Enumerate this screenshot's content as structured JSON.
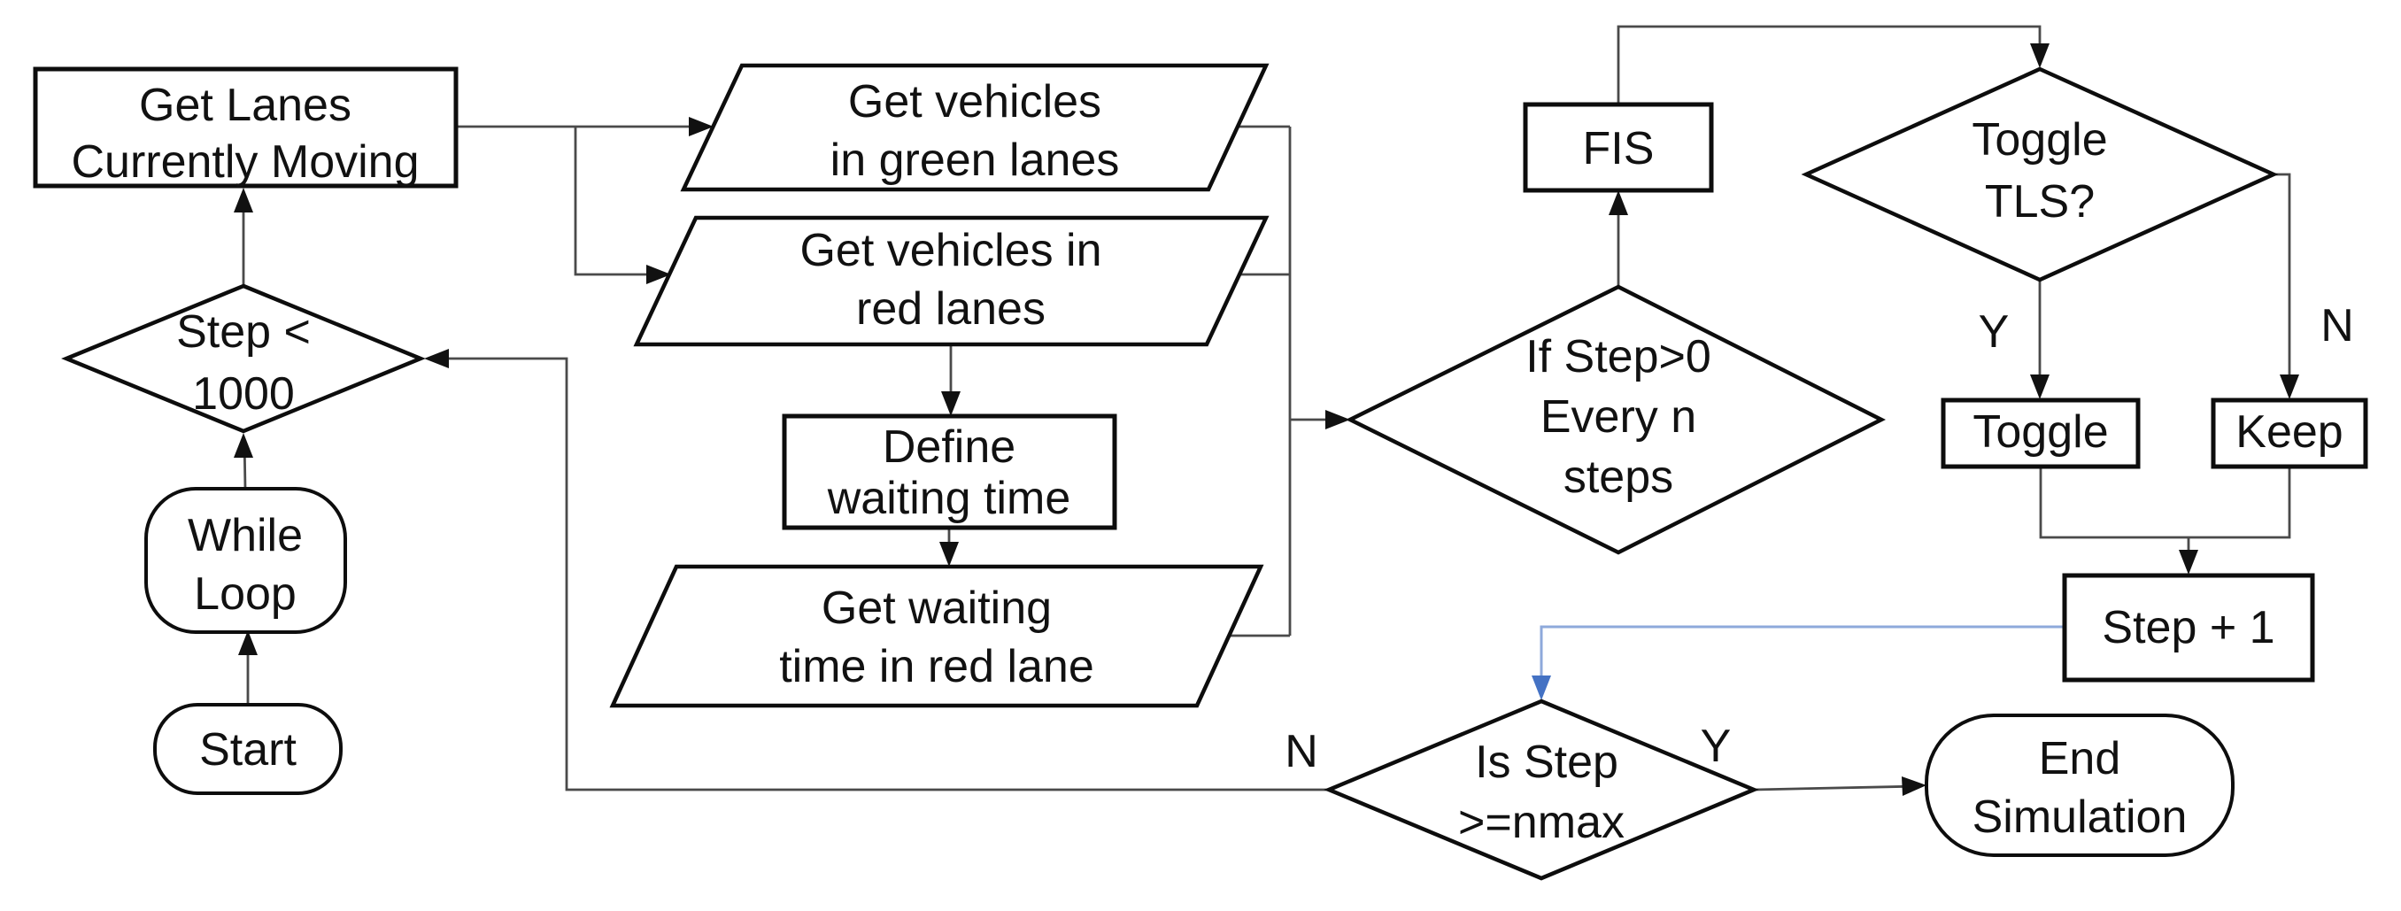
{
  "colors": {
    "background": "#ffffff",
    "shape_fill": "#ffffff",
    "shape_border": "#0d0d0d",
    "connector": "#4a4a4a",
    "arrowhead": "#111111",
    "blue_connector": "#8EA9DB",
    "blue_arrowhead": "#4472C4",
    "text": "#111111"
  },
  "nodes": {
    "start": {
      "shape": "terminator",
      "lines": [
        "Start"
      ]
    },
    "while_loop": {
      "shape": "terminator",
      "lines": [
        "While",
        "Loop"
      ]
    },
    "step_lt_1000": {
      "shape": "decision",
      "lines": [
        "Step <",
        "1000"
      ]
    },
    "get_lanes": {
      "shape": "process",
      "lines": [
        "Get Lanes",
        "Currently Moving"
      ]
    },
    "get_vehicles_green": {
      "shape": "data",
      "lines": [
        "Get vehicles",
        "in green lanes"
      ]
    },
    "get_vehicles_red": {
      "shape": "data",
      "lines": [
        "Get vehicles in",
        "red lanes"
      ]
    },
    "define_waiting_time": {
      "shape": "process",
      "lines": [
        "Define",
        "waiting time"
      ]
    },
    "get_waiting_time_red": {
      "shape": "data",
      "lines": [
        "Get waiting",
        "time in red lane"
      ]
    },
    "if_step_every_n": {
      "shape": "decision",
      "lines": [
        "If Step>0",
        "Every n",
        "steps"
      ]
    },
    "fis": {
      "shape": "process",
      "lines": [
        "FIS"
      ]
    },
    "toggle_tls": {
      "shape": "decision",
      "lines": [
        "Toggle",
        "TLS?"
      ]
    },
    "toggle": {
      "shape": "process",
      "lines": [
        "Toggle"
      ]
    },
    "keep": {
      "shape": "process",
      "lines": [
        "Keep"
      ]
    },
    "step_plus_1": {
      "shape": "process",
      "lines": [
        "Step + 1"
      ]
    },
    "is_step_nmax": {
      "shape": "decision",
      "lines": [
        "Is Step",
        ">=nmax"
      ]
    },
    "end_simulation": {
      "shape": "terminator",
      "lines": [
        "End",
        "Simulation"
      ]
    }
  },
  "branch_labels": {
    "toggle_tls_yes": "Y",
    "toggle_tls_no": "N",
    "is_step_no": "N",
    "is_step_yes": "Y"
  }
}
